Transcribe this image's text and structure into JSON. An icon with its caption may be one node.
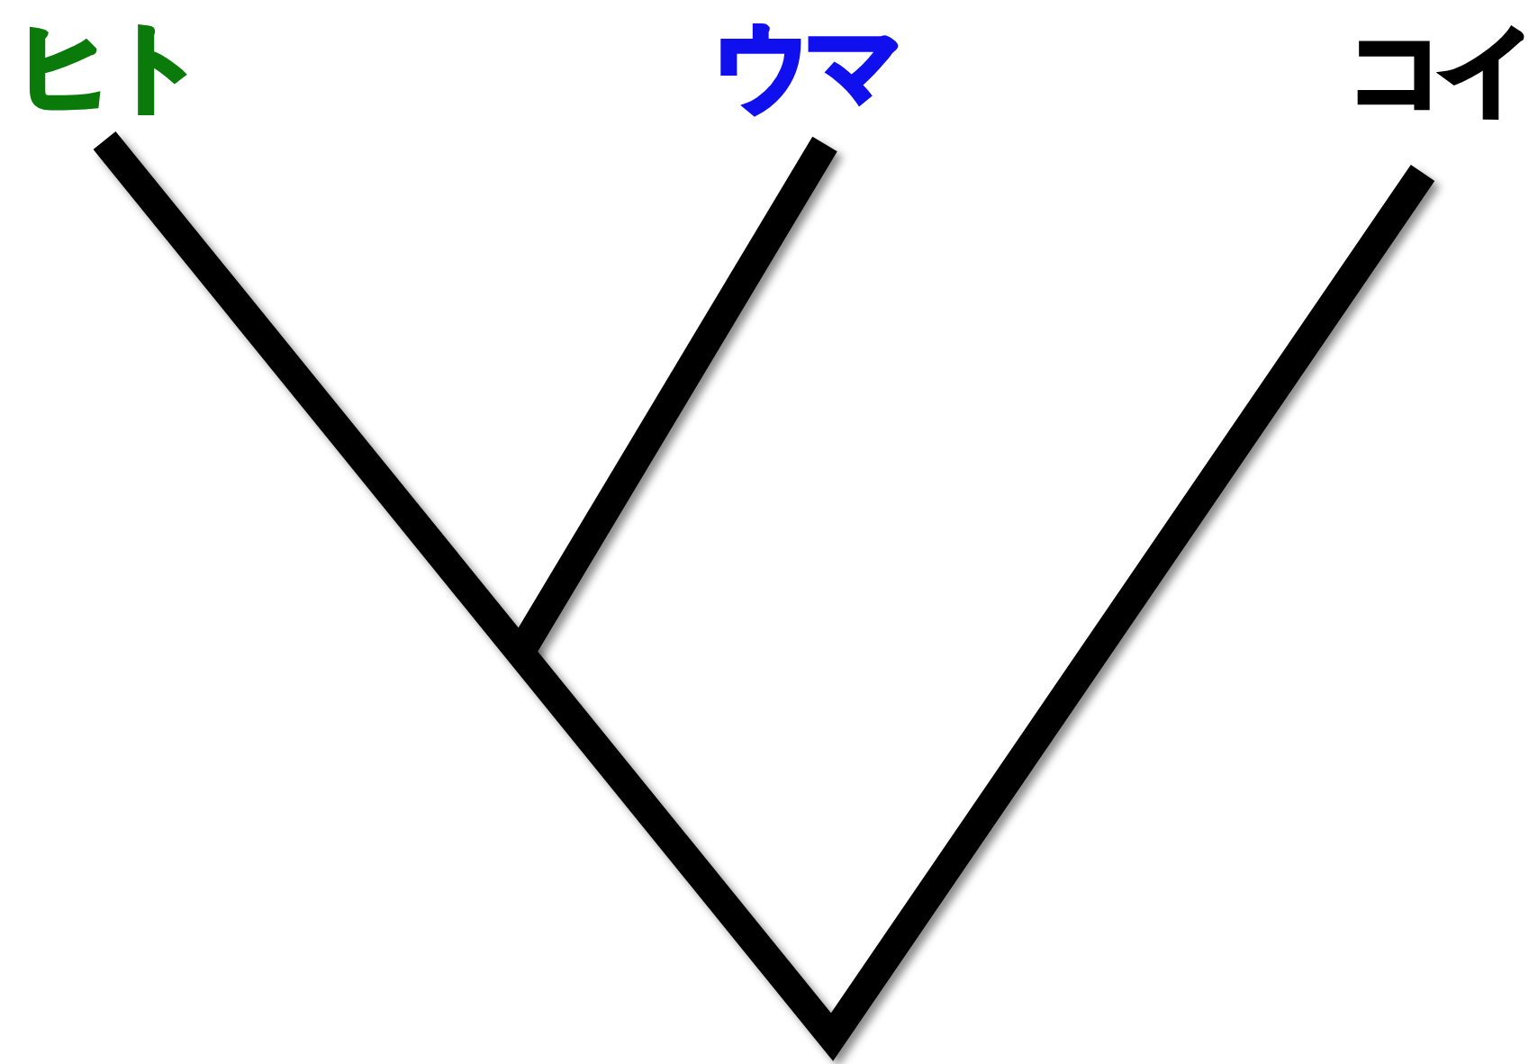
{
  "diagram": {
    "nodes": [
      {
        "text": [
          "ヒト"
        ]
      },
      {
        "text": [
          "ウマ"
        ]
      },
      {
        "text": [
          "コイ"
        ]
      }
    ],
    "edges": [
      {
        "from": 0,
        "to": 2,
        "arrow": "none"
      },
      {
        "from": 1,
        "to": null,
        "arrow": "none"
      }
    ]
  }
}
